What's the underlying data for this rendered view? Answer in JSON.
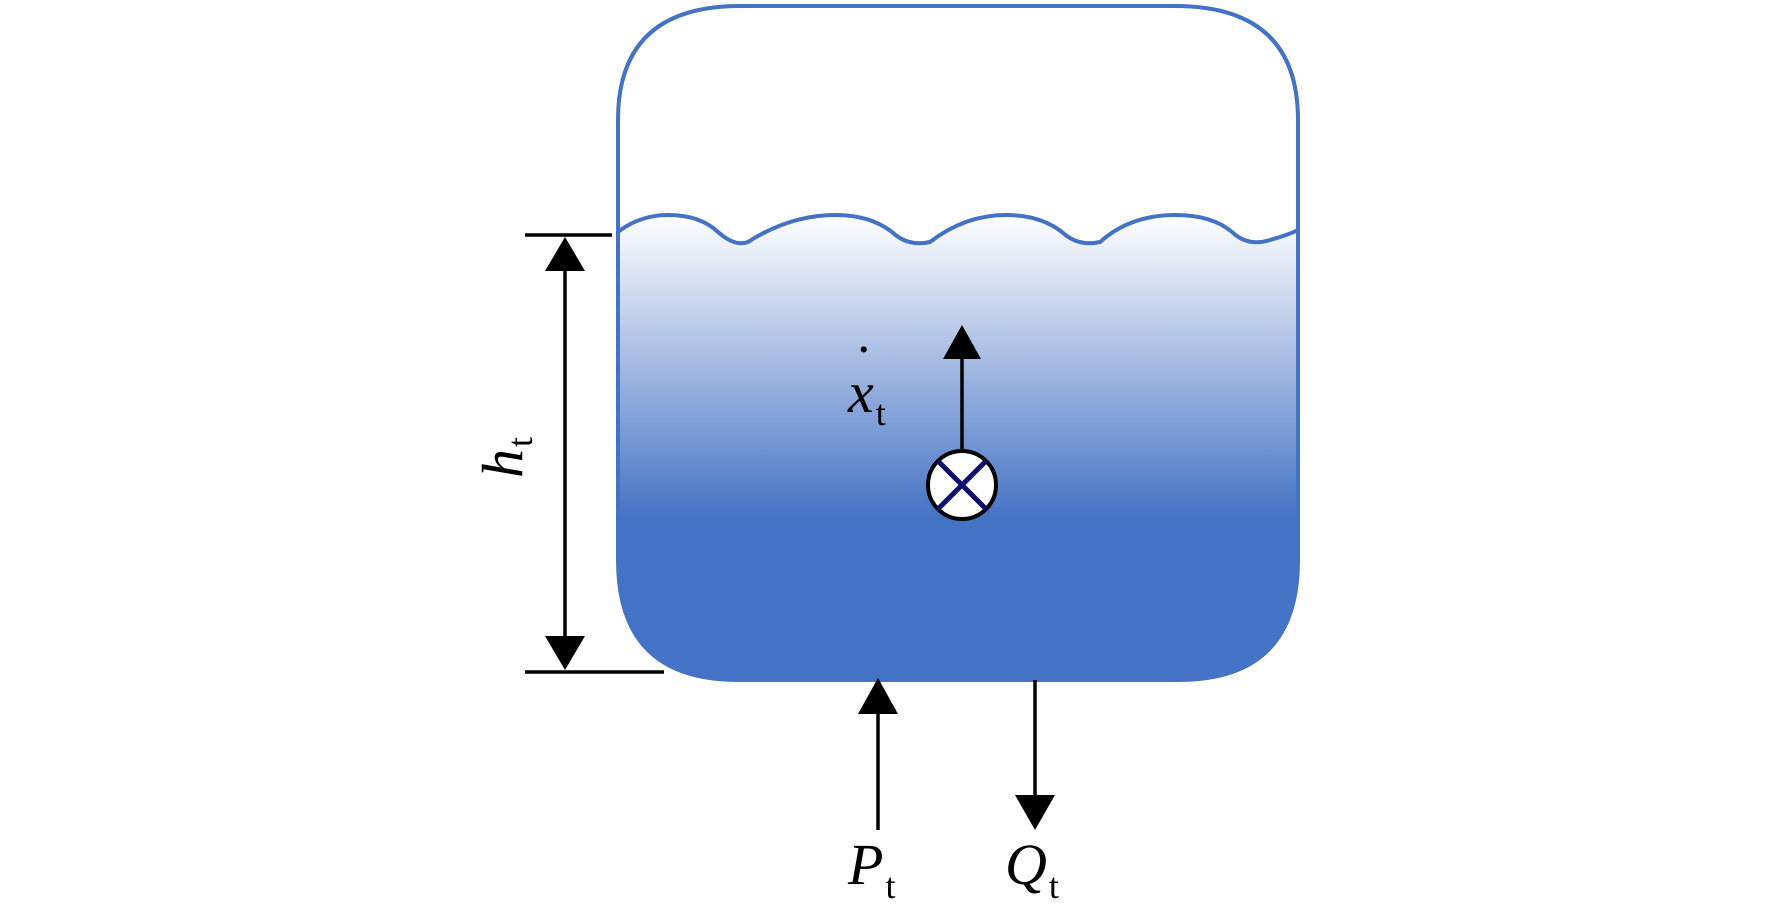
{
  "colors": {
    "water": "#4472c4",
    "tank_outline": "#4472c4",
    "arrow": "#000000",
    "sensor_cross": "#0d0d6b"
  },
  "icons": {
    "sensor": "circled-x-icon"
  },
  "labels": {
    "h": {
      "main": "h",
      "sub": "t"
    },
    "x": {
      "main": "x",
      "accent": "˙",
      "sub": "t"
    },
    "P": {
      "main": "P",
      "sub": "t"
    },
    "Q": {
      "main": "Q",
      "sub": "t"
    }
  }
}
